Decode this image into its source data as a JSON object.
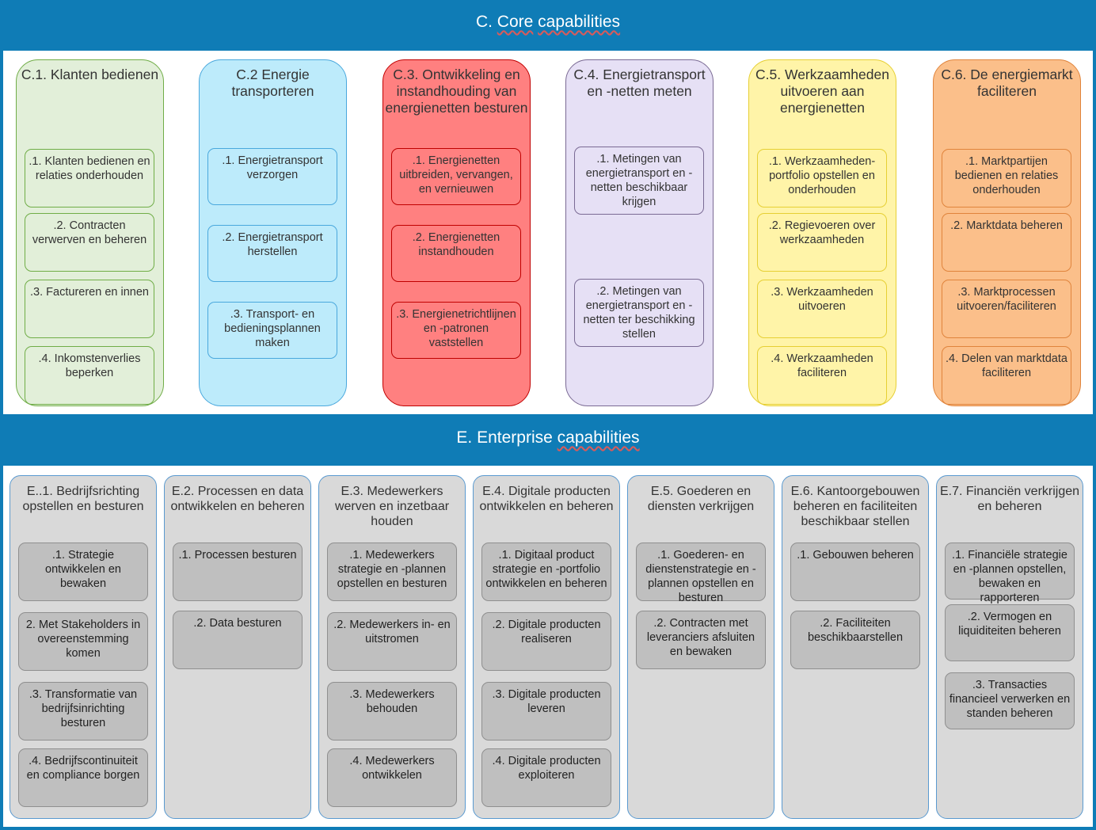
{
  "core": {
    "title_prefix": "C.",
    "title_word1": "Core",
    "title_word2": "capabilities",
    "columns": [
      {
        "title": "C.1. Klanten bedienen",
        "colors": {
          "fill": "#e2efd9",
          "border": "#70ad47"
        },
        "items": [
          ".1. Klanten bedienen en relaties onderhouden",
          ".2. Contracten verwerven en beheren",
          ".3. Factureren en innen",
          ".4. Inkomstenverlies beperken"
        ]
      },
      {
        "title": "C.2 Energie transporteren",
        "colors": {
          "fill": "#bdebfb",
          "border": "#4aa8dd"
        },
        "items": [
          ".1. Energietransport verzorgen",
          ".2. Energietransport herstellen",
          ".3. Transport- en bedieningsplannen maken"
        ]
      },
      {
        "title": "C.3. Ontwikkeling en instandhouding van energienetten besturen",
        "colors": {
          "fill": "#ff8080",
          "border": "#c00000"
        },
        "items": [
          ".1. Energienetten uitbreiden, vervangen, en vernieuwen",
          ".2. Energienetten instandhouden",
          ".3. Energienetrichtlijnen en -patronen vaststellen"
        ]
      },
      {
        "title": "C.4. Energietransport en -netten meten",
        "colors": {
          "fill": "#e6e0f5",
          "border": "#7a6a94"
        },
        "items": [
          ".1. Metingen van energietransport en -netten beschikbaar krijgen",
          ".2. Metingen van energietransport en -netten ter beschikking stellen"
        ]
      },
      {
        "title": "C.5. Werkzaamheden uitvoeren aan energienetten",
        "colors": {
          "fill": "#fff4a8",
          "border": "#e6cf34"
        },
        "items": [
          ".1. Werkzaamheden-portfolio opstellen en onderhouden",
          ".2. Regievoeren over werkzaamheden",
          ".3. Werkzaamheden uitvoeren",
          ".4. Werkzaamheden faciliteren"
        ]
      },
      {
        "title": "C.6. De energiemarkt faciliteren",
        "colors": {
          "fill": "#fbbf8a",
          "border": "#e0843c"
        },
        "items": [
          ".1. Marktpartijen bedienen en relaties onderhouden",
          ".2. Marktdata beheren",
          ".3. Marktprocessen uitvoeren/faciliteren",
          ".4. Delen van marktdata faciliteren"
        ]
      }
    ]
  },
  "enterprise": {
    "title_prefix": "E. Enterprise",
    "title_word": "capabilities",
    "columns": [
      {
        "title": "E..1. Bedrijfsrichting opstellen en besturen",
        "items": [
          ".1. Strategie ontwikkelen en bewaken",
          "2. Met Stakeholders in overeenstemming komen",
          ".3. Transformatie van bedrijfsinrichting besturen",
          ".4. Bedrijfscontinuiteit en compliance borgen"
        ]
      },
      {
        "title": "E.2. Processen en data ontwikkelen en beheren",
        "items": [
          ".1. Processen besturen",
          ".2. Data besturen"
        ]
      },
      {
        "title": "E.3. Medewerkers werven en inzetbaar houden",
        "items": [
          ".1. Medewerkers strategie en -plannen opstellen en besturen",
          ".2. Medewerkers in- en uitstromen",
          ".3. Medewerkers behouden",
          ".4. Medewerkers ontwikkelen"
        ]
      },
      {
        "title": "E.4. Digitale producten ontwikkelen en beheren",
        "items": [
          ".1. Digitaal product strategie en -portfolio ontwikkelen en beheren",
          ".2. Digitale producten realiseren",
          ".3. Digitale producten leveren",
          ".4. Digitale producten exploiteren"
        ]
      },
      {
        "title": "E.5. Goederen en diensten verkrijgen",
        "items": [
          ".1. Goederen- en dienstenstrategie en -plannen opstellen en besturen",
          ".2. Contracten met leveranciers afsluiten en bewaken"
        ]
      },
      {
        "title": "E.6. Kantoorgebouwen beheren en faciliteiten beschikbaar stellen",
        "items": [
          ".1. Gebouwen beheren",
          ".2. Faciliteiten beschikbaarstellen"
        ]
      },
      {
        "title": "E.7. Financiën verkrijgen en beheren",
        "items": [
          ".1. Financiële strategie en -plannen opstellen, bewaken en rapporteren",
          ".2. Vermogen en liquiditeiten beheren",
          ".3. Transacties financieel verwerken en standen beheren"
        ]
      }
    ]
  }
}
